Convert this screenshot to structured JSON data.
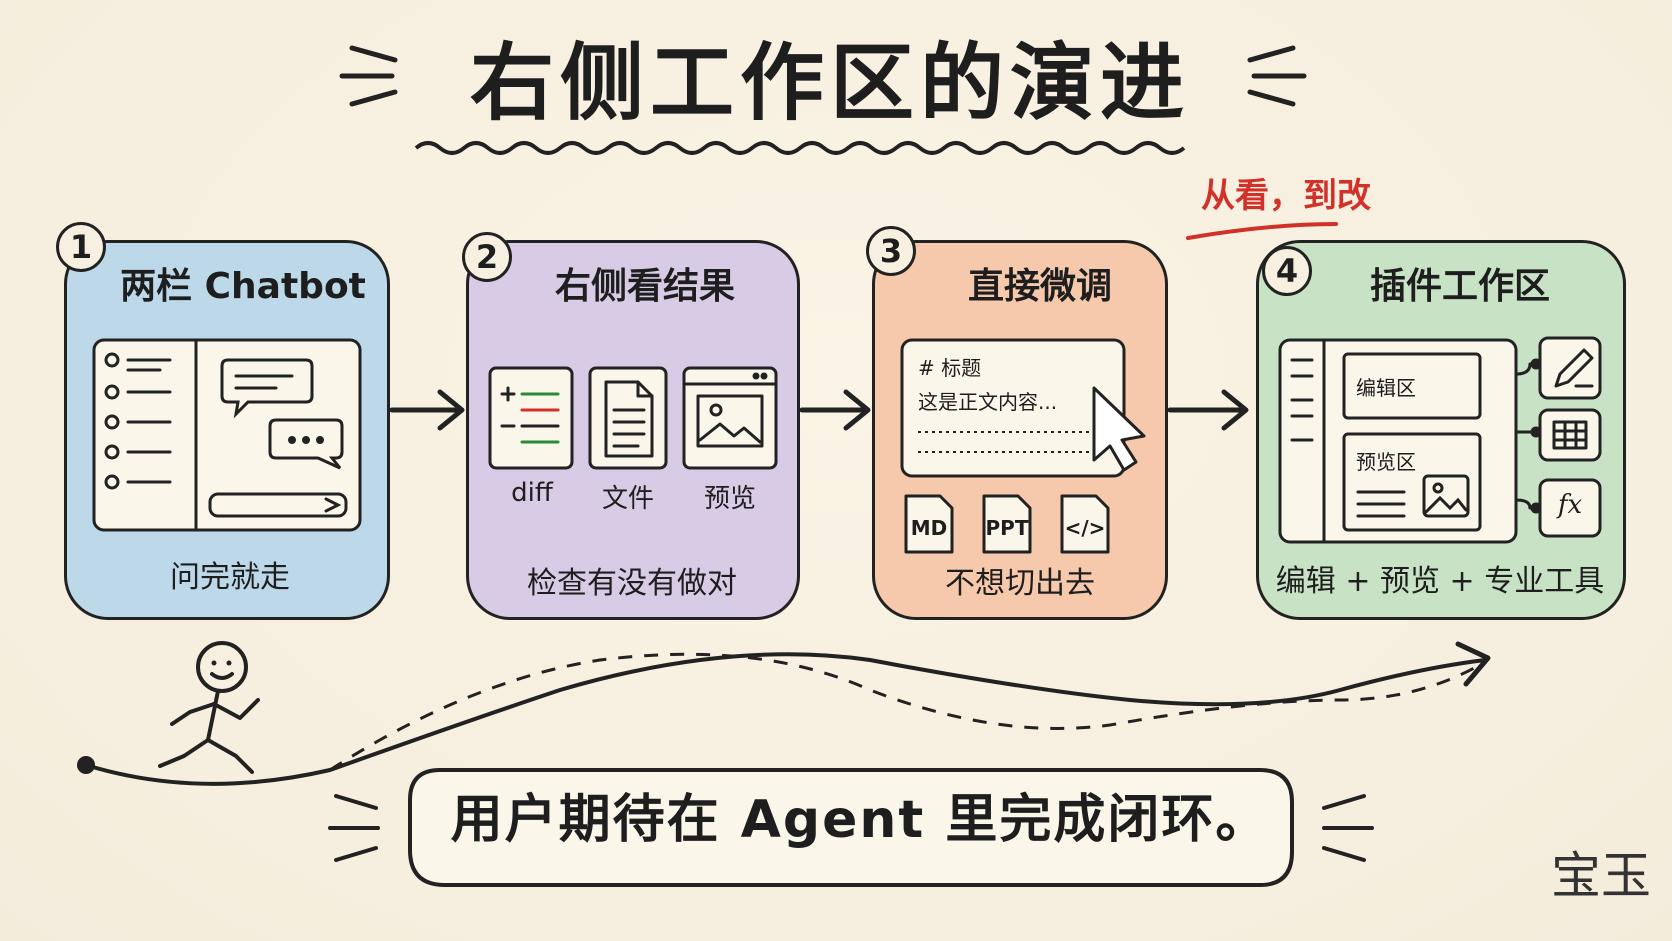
{
  "title": "右侧工作区的演进",
  "red_note": "从看，到改",
  "stages": [
    {
      "number": "1",
      "title": "两栏 Chatbot",
      "caption": "问完就走"
    },
    {
      "number": "2",
      "title": "右侧看结果",
      "caption": "检查有没有做对",
      "items": [
        "diff",
        "文件",
        "预览"
      ]
    },
    {
      "number": "3",
      "title": "直接微调",
      "caption": "不想切出去",
      "doc_heading": "# 标题",
      "doc_body": "这是正文内容...",
      "formats": [
        "MD",
        "PPT",
        "</>"
      ]
    },
    {
      "number": "4",
      "title": "插件工作区",
      "caption": "编辑 + 预览 + 专业工具",
      "editor_label": "编辑区",
      "preview_label": "预览区",
      "tool_fx": "fx"
    }
  ],
  "bottom_message": "用户期待在 Agent 里完成闭环。",
  "signature": "宝玉",
  "colors": {
    "stage1": "#bcd8e9",
    "stage2": "#d8cbe6",
    "stage3": "#f6c9ad",
    "stage4": "#c8e2c6",
    "accent_red": "#d2312a",
    "ink": "#1e1e1e"
  }
}
